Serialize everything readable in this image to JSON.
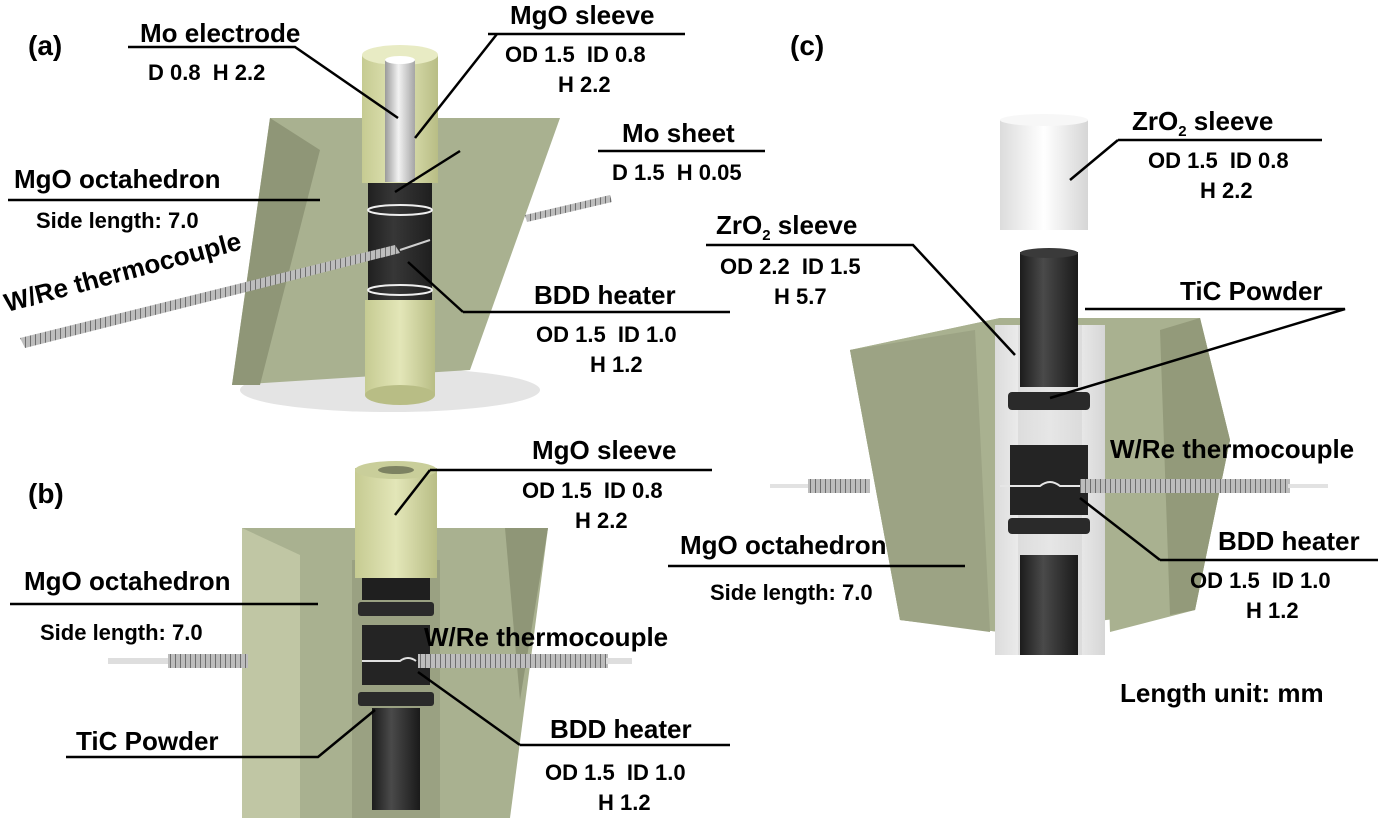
{
  "panels": {
    "a": {
      "tag": "(a)",
      "mo_electrode": {
        "title": "Mo electrode",
        "dims": "D 0.8  H 2.2"
      },
      "mgo_sleeve": {
        "title": "MgO sleeve",
        "dims1": "OD 1.5  ID 0.8",
        "dims2": "H 2.2"
      },
      "mo_sheet": {
        "title": "Mo sheet",
        "dims": "D 1.5  H 0.05"
      },
      "mgo_octahedron": {
        "title": "MgO octahedron",
        "dims": "Side length: 7.0"
      },
      "thermocouple": {
        "title": "W/Re thermocouple"
      },
      "bdd_heater": {
        "title": "BDD heater",
        "dims1": "OD 1.5  ID 1.0",
        "dims2": "H 1.2"
      }
    },
    "b": {
      "tag": "(b)",
      "mgo_sleeve": {
        "title": "MgO sleeve",
        "dims1": "OD 1.5  ID 0.8",
        "dims2": "H 2.2"
      },
      "mgo_octahedron": {
        "title": "MgO octahedron",
        "dims": "Side length: 7.0"
      },
      "thermocouple": {
        "title": "W/Re thermocouple"
      },
      "tic_powder": {
        "title": "TiC Powder"
      },
      "bdd_heater": {
        "title": "BDD heater",
        "dims1": "OD 1.5  ID 1.0",
        "dims2": "H 1.2"
      }
    },
    "c": {
      "tag": "(c)",
      "zro2_sleeve_small": {
        "title_pre": "ZrO",
        "title_sub": "2",
        "title_post": " sleeve",
        "dims1": "OD 1.5  ID 0.8",
        "dims2": "H 2.2"
      },
      "zro2_sleeve_large": {
        "title_pre": "ZrO",
        "title_sub": "2",
        "title_post": " sleeve",
        "dims1": "OD 2.2  ID 1.5",
        "dims2": "H 5.7"
      },
      "tic_powder": {
        "title": "TiC Powder"
      },
      "thermocouple": {
        "title": "W/Re thermocouple"
      },
      "mgo_octahedron": {
        "title": "MgO octahedron",
        "dims": "Side length: 7.0"
      },
      "bdd_heater": {
        "title": "BDD heater",
        "dims1": "OD 1.5  ID 1.0",
        "dims2": "H 1.2"
      },
      "unit_note": "Length unit: mm"
    }
  },
  "colors": {
    "mgo": "#a9b190",
    "mgo_dark": "#8f9677",
    "mgo_light": "#c3c9a8",
    "sleeve_green": "#d8dca8",
    "zro2": "#ececec",
    "carbon": "#2a2a2a",
    "molybdenum": "#d6d6d6",
    "coil": "#9a9a9a"
  }
}
